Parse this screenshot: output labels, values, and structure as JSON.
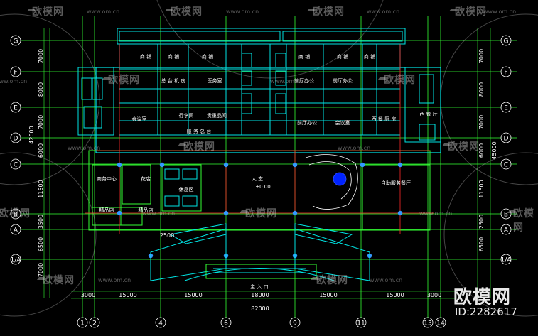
{
  "watermark": {
    "brand": "欧模网",
    "url": "www.om.cn"
  },
  "corner": {
    "brand": "欧模网",
    "id": "ID:2282617"
  },
  "axes": {
    "rows": [
      "G",
      "F",
      "E",
      "D",
      "C",
      "B",
      "A",
      "1/A"
    ],
    "cols": [
      "1",
      "2",
      "4",
      "6",
      "9",
      "11",
      "13",
      "14"
    ]
  },
  "dims": {
    "left": [
      "7000",
      "8000",
      "7000",
      "6000",
      "11500",
      "3500",
      "6500",
      "7000"
    ],
    "left_total": "42000",
    "right": [
      "7000",
      "8000",
      "7000",
      "6000",
      "11500",
      "2500",
      "6500"
    ],
    "right_total": "45000",
    "bottom": [
      "3000",
      "15000",
      "15000",
      "18000",
      "15000",
      "15000",
      "3000"
    ],
    "bottom_total": "82000",
    "misc": "2500"
  },
  "rooms": {
    "shop1": "商 铺",
    "shop2": "商 铺",
    "shop3": "商 铺",
    "shop4": "商 铺",
    "shop5": "商 铺",
    "shop6": "商 铺",
    "general_office": "总 台 机 房",
    "doctor": "医务室",
    "front_office1": "前厅办公",
    "front_office2": "前厅办公",
    "front_office3": "前厅办公",
    "meeting1": "会议室",
    "meeting2": "会议室",
    "luggage": "行李间",
    "valuables": "贵重品间",
    "service_desk": "服 务 总 台",
    "west_kitchen": "西 餐 厨 房",
    "west_back": "西 餐 厅",
    "tour_center": "商务中心",
    "flower": "花店",
    "rest": "休息区",
    "gift1": "精品店",
    "gift2": "精品店",
    "lobby": "大 堂",
    "elev": "±0.00",
    "self_service": "自助服务餐厅",
    "entrance": "主 入 口"
  }
}
